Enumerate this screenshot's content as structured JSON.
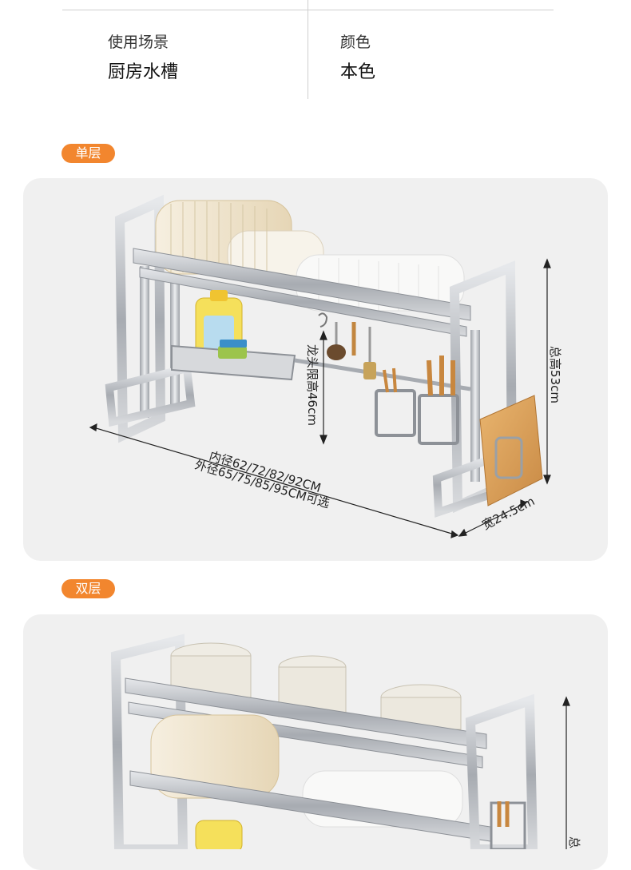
{
  "specs": [
    {
      "label": "使用场景",
      "value": "厨房水槽"
    },
    {
      "label": "颜色",
      "value": "本色"
    }
  ],
  "single": {
    "tag": "单层",
    "dims": {
      "faucet": "龙头限高46cm",
      "height": "总高53cm",
      "inner": "内径62/72/82/92CM",
      "outer": "外径65/75/85/95CM可选",
      "width": "宽24.5cm"
    }
  },
  "double": {
    "tag": "双层",
    "dims": {
      "height": "总"
    }
  },
  "colors": {
    "accent": "#f2862e",
    "panel": "#f0f0f0",
    "steel": "#b9bcc1"
  }
}
